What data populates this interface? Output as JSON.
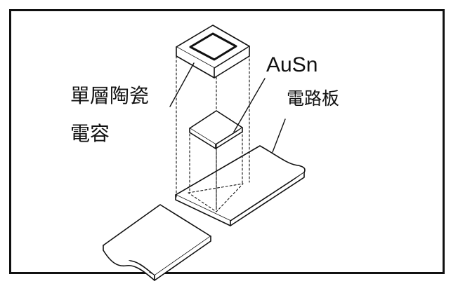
{
  "labels": {
    "capacitor_line1": "單層陶瓷",
    "capacitor_line2": "電容",
    "solder": "AuSn",
    "board": "電路板"
  },
  "colors": {
    "ink": "#111111",
    "background": "#ffffff"
  }
}
